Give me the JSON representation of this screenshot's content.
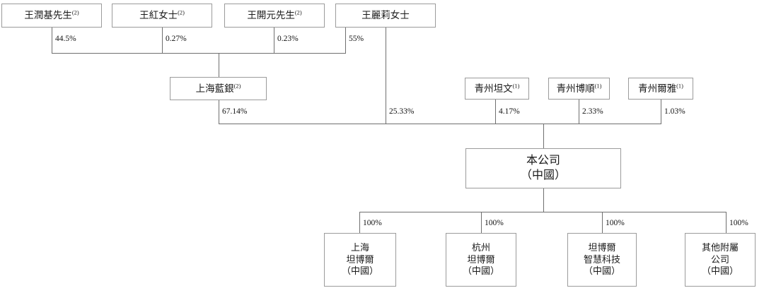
{
  "chart_data": {
    "type": "diagram",
    "title": "Shareholding / corporate structure chart",
    "language": "zh-Hant",
    "levels": [
      {
        "name": "individual-shareholders",
        "nodes": [
          {
            "id": "wang-runji",
            "label": "王潤基先生",
            "note": "(2)"
          },
          {
            "id": "wang-hong",
            "label": "王紅女士",
            "note": "(2)"
          },
          {
            "id": "wang-kaiyuan",
            "label": "王開元先生",
            "note": "(2)"
          },
          {
            "id": "wang-lili",
            "label": "王麗莉女士",
            "note": ""
          }
        ]
      },
      {
        "name": "holding-vehicles",
        "nodes": [
          {
            "id": "shanghai-lanyin",
            "label": "上海藍銀",
            "note": "(2)"
          },
          {
            "id": "qingzhou-tanwen",
            "label": "青州坦文",
            "note": "(1)"
          },
          {
            "id": "qingzhou-boshun",
            "label": "青州博順",
            "note": "(1)"
          },
          {
            "id": "qingzhou-erya",
            "label": "青州爾雅",
            "note": "(1)"
          }
        ]
      },
      {
        "name": "company",
        "nodes": [
          {
            "id": "the-company",
            "label": "本公司\n（中國）",
            "note": ""
          }
        ]
      },
      {
        "name": "subsidiaries",
        "nodes": [
          {
            "id": "shanghai-tanboer",
            "label": "上海\n坦博爾\n（中國）",
            "note": ""
          },
          {
            "id": "hangzhou-tanboer",
            "label": "杭州\n坦博爾\n（中國）",
            "note": ""
          },
          {
            "id": "tanboer-zhihui",
            "label": "坦博爾\n智慧科技\n（中國）",
            "note": ""
          },
          {
            "id": "other-subsidiaries",
            "label": "其他附屬\n公司\n（中國）",
            "note": ""
          }
        ]
      }
    ],
    "edges": [
      {
        "from": "wang-runji",
        "to": "shanghai-lanyin",
        "percent": "44.5%"
      },
      {
        "from": "wang-hong",
        "to": "shanghai-lanyin",
        "percent": "0.27%"
      },
      {
        "from": "wang-kaiyuan",
        "to": "shanghai-lanyin",
        "percent": "0.23%"
      },
      {
        "from": "wang-lili",
        "to": "shanghai-lanyin",
        "percent": "55%"
      },
      {
        "from": "shanghai-lanyin",
        "to": "the-company",
        "percent": "67.14%"
      },
      {
        "from": "wang-lili",
        "to": "the-company",
        "percent": "25.33%"
      },
      {
        "from": "qingzhou-tanwen",
        "to": "the-company",
        "percent": "4.17%"
      },
      {
        "from": "qingzhou-boshun",
        "to": "the-company",
        "percent": "2.33%"
      },
      {
        "from": "qingzhou-erya",
        "to": "the-company",
        "percent": "1.03%"
      },
      {
        "from": "the-company",
        "to": "shanghai-tanboer",
        "percent": "100%"
      },
      {
        "from": "the-company",
        "to": "hangzhou-tanboer",
        "percent": "100%"
      },
      {
        "from": "the-company",
        "to": "tanboer-zhihui",
        "percent": "100%"
      },
      {
        "from": "the-company",
        "to": "other-subsidiaries",
        "percent": "100%"
      }
    ],
    "colors": {
      "box_border": "#9b9b9b",
      "connector": "#6f6f6f",
      "text": "#1a1a1a",
      "background": "#ffffff"
    }
  },
  "boxes": {
    "wang_runji": {
      "name": "王潤基先生",
      "note": "(2)"
    },
    "wang_hong": {
      "name": "王紅女士",
      "note": "(2)"
    },
    "wang_kaiyuan": {
      "name": "王開元先生",
      "note": "(2)"
    },
    "wang_lili": {
      "name": "王麗莉女士",
      "note": ""
    },
    "shanghai_lanyin": {
      "name": "上海藍銀",
      "note": "(2)"
    },
    "qingzhou_tanwen": {
      "name": "青州坦文",
      "note": "(1)"
    },
    "qingzhou_boshun": {
      "name": "青州博順",
      "note": "(1)"
    },
    "qingzhou_erya": {
      "name": "青州爾雅",
      "note": "(1)"
    },
    "the_company": {
      "name": "本公司\n（中國）"
    },
    "shanghai_tanboer": {
      "name": "上海\n坦博爾\n（中國）"
    },
    "hangzhou_tanboer": {
      "name": "杭州\n坦博爾\n（中國）"
    },
    "tanboer_zhihui": {
      "name": "坦博爾\n智慧科技\n（中國）"
    },
    "other_subsidiaries": {
      "name": "其他附屬\n公司\n（中國）"
    }
  },
  "percents": {
    "runji_to_lanyin": "44.5%",
    "hong_to_lanyin": "0.27%",
    "kaiyuan_to_lanyin": "0.23%",
    "lili_to_lanyin": "55%",
    "lanyin_to_company": "67.14%",
    "lili_to_company": "25.33%",
    "tanwen_to_company": "4.17%",
    "boshun_to_company": "2.33%",
    "erya_to_company": "1.03%",
    "company_to_sh": "100%",
    "company_to_hz": "100%",
    "company_to_zh": "100%",
    "company_to_other": "100%"
  }
}
